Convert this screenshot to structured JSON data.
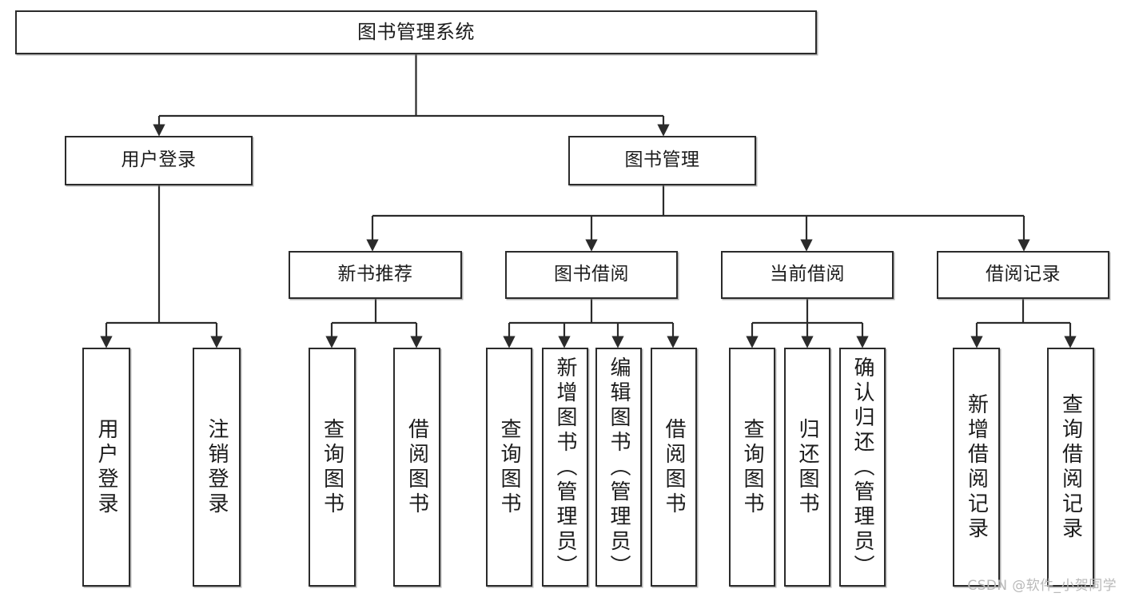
{
  "diagram": {
    "type": "tree",
    "title": "图书管理系统",
    "watermark": "CSDN @软件_小贺同学",
    "colors": {
      "stroke": "#2b2b2b",
      "fill": "#ffffff",
      "text": "#1c1c1c",
      "watermark": "#b9b9b9"
    },
    "levels": {
      "root": {
        "label": "图书管理系统"
      },
      "level2": [
        {
          "id": "user-login",
          "label": "用户登录"
        },
        {
          "id": "book-manage",
          "label": "图书管理"
        }
      ],
      "level3": [
        {
          "id": "new-book-recommend",
          "label": "新书推荐",
          "parent": "book-manage"
        },
        {
          "id": "book-borrow",
          "label": "图书借阅",
          "parent": "book-manage"
        },
        {
          "id": "current-borrow",
          "label": "当前借阅",
          "parent": "book-manage"
        },
        {
          "id": "borrow-record",
          "label": "借阅记录",
          "parent": "book-manage"
        }
      ],
      "leaves": [
        {
          "id": "leaf-user-login",
          "label": "用户登录",
          "parent": "user-login"
        },
        {
          "id": "leaf-logout",
          "label": "注销登录",
          "parent": "user-login"
        },
        {
          "id": "leaf-query-book-1",
          "label": "查询图书",
          "parent": "new-book-recommend"
        },
        {
          "id": "leaf-borrow-book-1",
          "label": "借阅图书",
          "parent": "new-book-recommend"
        },
        {
          "id": "leaf-query-book-2",
          "label": "查询图书",
          "parent": "book-borrow"
        },
        {
          "id": "leaf-add-book",
          "label": "新增图书（管理员）",
          "parent": "book-borrow"
        },
        {
          "id": "leaf-edit-book",
          "label": "编辑图书（管理员）",
          "parent": "book-borrow"
        },
        {
          "id": "leaf-borrow-book-2",
          "label": "借阅图书",
          "parent": "book-borrow"
        },
        {
          "id": "leaf-query-book-3",
          "label": "查询图书",
          "parent": "current-borrow"
        },
        {
          "id": "leaf-return-book",
          "label": "归还图书",
          "parent": "current-borrow"
        },
        {
          "id": "leaf-confirm-return",
          "label": "确认归还（管理员）",
          "parent": "current-borrow"
        },
        {
          "id": "leaf-add-record",
          "label": "新增借阅记录",
          "parent": "borrow-record"
        },
        {
          "id": "leaf-query-record",
          "label": "查询借阅记录",
          "parent": "borrow-record"
        }
      ]
    }
  }
}
